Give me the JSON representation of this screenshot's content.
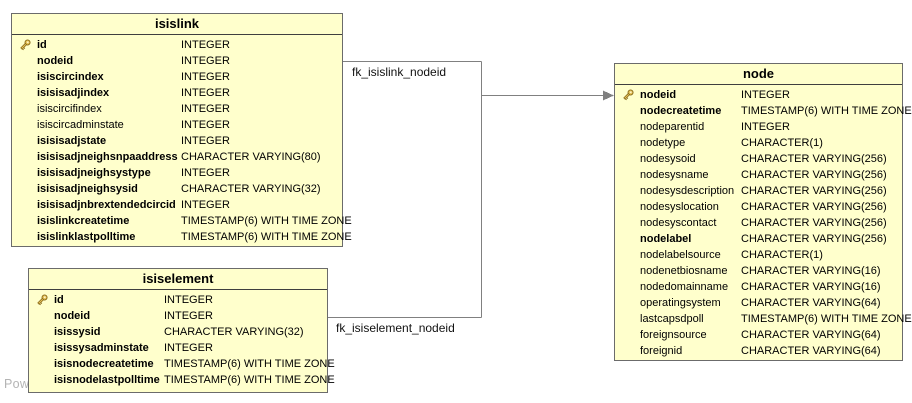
{
  "diagram": {
    "kind": "entity-relationship-diagram",
    "watermark": "Pow",
    "colors": {
      "table_fill": "#ffffcc",
      "table_border": "#6b6b6b",
      "header_separator": "#3f3f3f",
      "connector": "#808080",
      "key_icon_gold": "#e8c55a",
      "key_icon_outline": "#8a6a1a",
      "watermark_gray": "#b4b4b4"
    }
  },
  "relationships": [
    {
      "label": "fk_isislink_nodeid",
      "from_table": "isislink",
      "to_table": "node"
    },
    {
      "label": "fk_isiselement_nodeid",
      "from_table": "isiselement",
      "to_table": "node"
    }
  ],
  "tables": [
    {
      "name": "isislink",
      "columns": [
        {
          "name": "id",
          "type": "INTEGER",
          "pk": true,
          "bold": true
        },
        {
          "name": "nodeid",
          "type": "INTEGER",
          "pk": false,
          "bold": true
        },
        {
          "name": "isiscircindex",
          "type": "INTEGER",
          "pk": false,
          "bold": true
        },
        {
          "name": "isisisadjindex",
          "type": "INTEGER",
          "pk": false,
          "bold": true
        },
        {
          "name": "isiscircifindex",
          "type": "INTEGER",
          "pk": false,
          "bold": false
        },
        {
          "name": "isiscircadminstate",
          "type": "INTEGER",
          "pk": false,
          "bold": false
        },
        {
          "name": "isisisadjstate",
          "type": "INTEGER",
          "pk": false,
          "bold": true
        },
        {
          "name": "isisisadjneighsnpaaddress",
          "type": "CHARACTER VARYING(80)",
          "pk": false,
          "bold": true
        },
        {
          "name": "isisisadjneighsystype",
          "type": "INTEGER",
          "pk": false,
          "bold": true
        },
        {
          "name": "isisisadjneighsysid",
          "type": "CHARACTER VARYING(32)",
          "pk": false,
          "bold": true
        },
        {
          "name": "isisisadjnbrextendedcircid",
          "type": "INTEGER",
          "pk": false,
          "bold": true
        },
        {
          "name": "isislinkcreatetime",
          "type": "TIMESTAMP(6) WITH TIME ZONE",
          "pk": false,
          "bold": true
        },
        {
          "name": "isislinklastpolltime",
          "type": "TIMESTAMP(6) WITH TIME ZONE",
          "pk": false,
          "bold": true
        }
      ]
    },
    {
      "name": "isiselement",
      "columns": [
        {
          "name": "id",
          "type": "INTEGER",
          "pk": true,
          "bold": true
        },
        {
          "name": "nodeid",
          "type": "INTEGER",
          "pk": false,
          "bold": true
        },
        {
          "name": "isissysid",
          "type": "CHARACTER VARYING(32)",
          "pk": false,
          "bold": true
        },
        {
          "name": "isissysadminstate",
          "type": "INTEGER",
          "pk": false,
          "bold": true
        },
        {
          "name": "isisnodecreatetime",
          "type": "TIMESTAMP(6) WITH TIME ZONE",
          "pk": false,
          "bold": true
        },
        {
          "name": "isisnodelastpolltime",
          "type": "TIMESTAMP(6) WITH TIME ZONE",
          "pk": false,
          "bold": true
        }
      ]
    },
    {
      "name": "node",
      "columns": [
        {
          "name": "nodeid",
          "type": "INTEGER",
          "pk": true,
          "bold": true
        },
        {
          "name": "nodecreatetime",
          "type": "TIMESTAMP(6) WITH TIME ZONE",
          "pk": false,
          "bold": true
        },
        {
          "name": "nodeparentid",
          "type": "INTEGER",
          "pk": false,
          "bold": false
        },
        {
          "name": "nodetype",
          "type": "CHARACTER(1)",
          "pk": false,
          "bold": false
        },
        {
          "name": "nodesysoid",
          "type": "CHARACTER VARYING(256)",
          "pk": false,
          "bold": false
        },
        {
          "name": "nodesysname",
          "type": "CHARACTER VARYING(256)",
          "pk": false,
          "bold": false
        },
        {
          "name": "nodesysdescription",
          "type": "CHARACTER VARYING(256)",
          "pk": false,
          "bold": false
        },
        {
          "name": "nodesyslocation",
          "type": "CHARACTER VARYING(256)",
          "pk": false,
          "bold": false
        },
        {
          "name": "nodesyscontact",
          "type": "CHARACTER VARYING(256)",
          "pk": false,
          "bold": false
        },
        {
          "name": "nodelabel",
          "type": "CHARACTER VARYING(256)",
          "pk": false,
          "bold": true
        },
        {
          "name": "nodelabelsource",
          "type": "CHARACTER(1)",
          "pk": false,
          "bold": false
        },
        {
          "name": "nodenetbiosname",
          "type": "CHARACTER VARYING(16)",
          "pk": false,
          "bold": false
        },
        {
          "name": "nodedomainname",
          "type": "CHARACTER VARYING(16)",
          "pk": false,
          "bold": false
        },
        {
          "name": "operatingsystem",
          "type": "CHARACTER VARYING(64)",
          "pk": false,
          "bold": false
        },
        {
          "name": "lastcapsdpoll",
          "type": "TIMESTAMP(6) WITH TIME ZONE",
          "pk": false,
          "bold": false
        },
        {
          "name": "foreignsource",
          "type": "CHARACTER VARYING(64)",
          "pk": false,
          "bold": false
        },
        {
          "name": "foreignid",
          "type": "CHARACTER VARYING(64)",
          "pk": false,
          "bold": false
        }
      ]
    }
  ]
}
